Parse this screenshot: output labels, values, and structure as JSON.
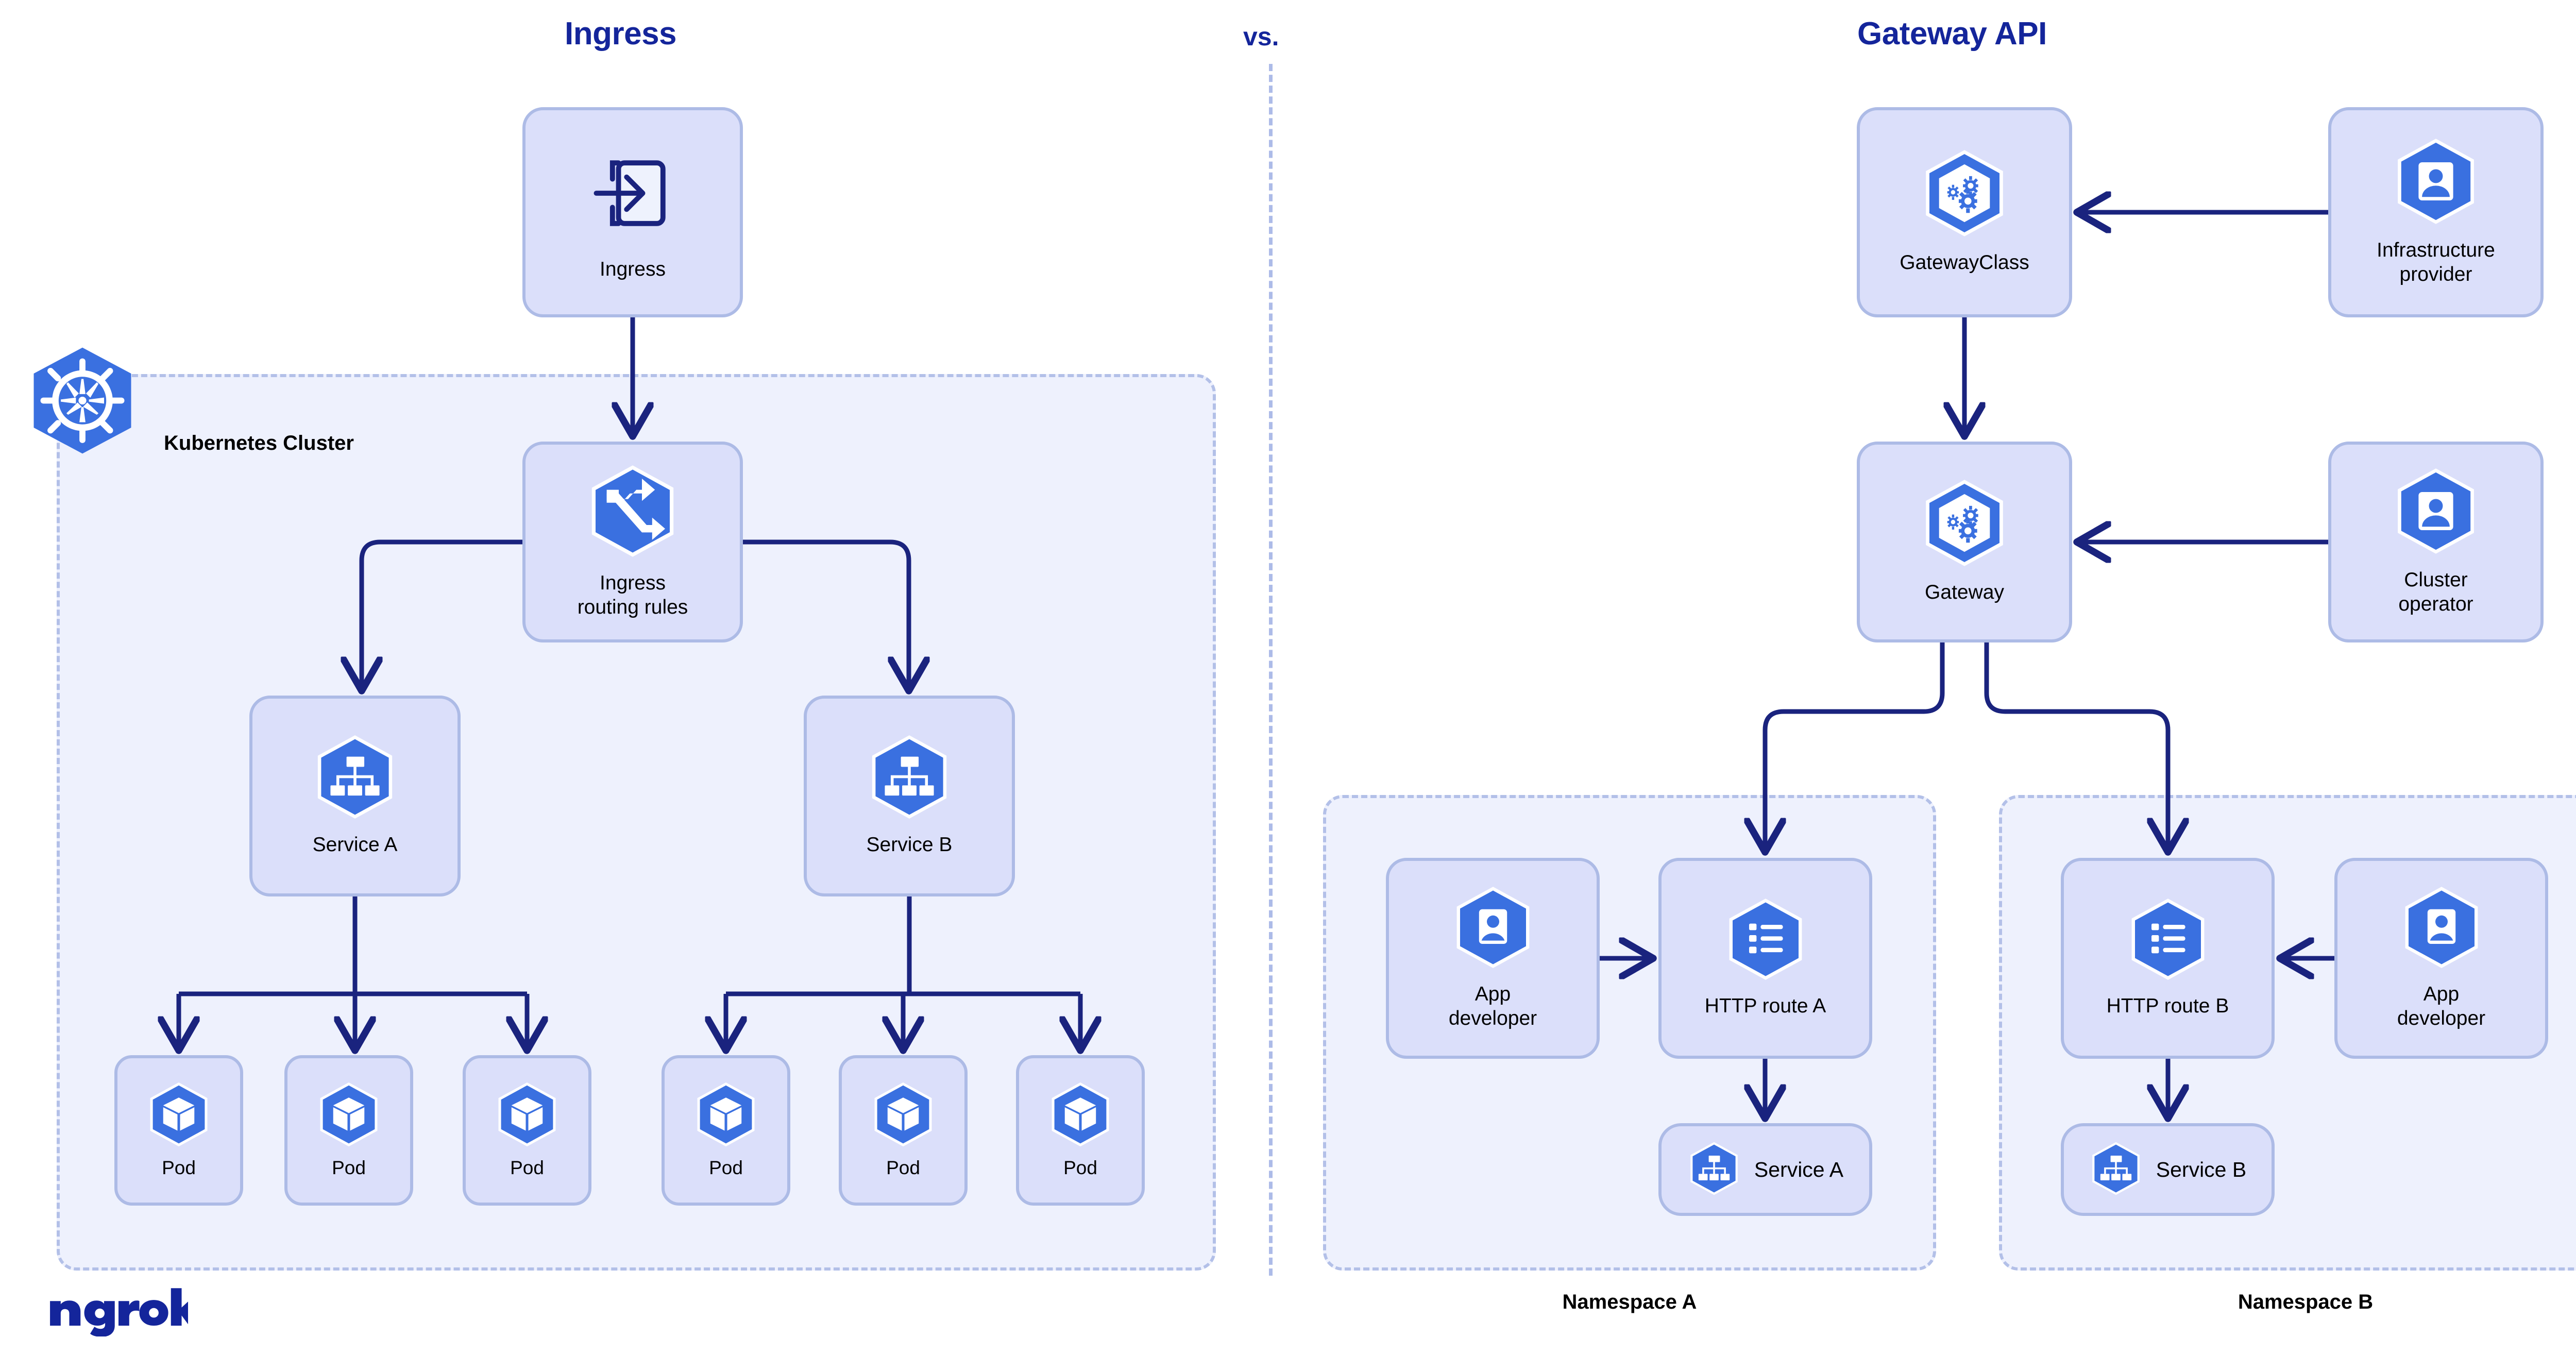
{
  "headings": {
    "left_title": "Ingress",
    "vs": "vs.",
    "right_title": "Gateway API"
  },
  "colors": {
    "title": "#14259b",
    "arrow": "#1a237e",
    "card_fill": "#dbdffa",
    "card_border": "#adbbe6",
    "group_fill": "#eef1fd",
    "group_border": "#b3c0e8",
    "icon_blue": "#3a70e0",
    "brand": "#14259b"
  },
  "left": {
    "cluster_label": "Kubernetes Cluster",
    "cluster_logo_icon": "kubernetes-helm-wheel-icon",
    "ingress": {
      "label": "Ingress",
      "icon": "ingress-arrow-icon"
    },
    "routing_rules": {
      "label": "Ingress\nrouting rules",
      "icon": "shuffle-routing-icon"
    },
    "services": [
      {
        "label": "Service A",
        "icon": "service-hierarchy-icon"
      },
      {
        "label": "Service B",
        "icon": "service-hierarchy-icon"
      }
    ],
    "pods": [
      {
        "label": "Pod",
        "icon": "pod-cube-icon"
      },
      {
        "label": "Pod",
        "icon": "pod-cube-icon"
      },
      {
        "label": "Pod",
        "icon": "pod-cube-icon"
      },
      {
        "label": "Pod",
        "icon": "pod-cube-icon"
      },
      {
        "label": "Pod",
        "icon": "pod-cube-icon"
      },
      {
        "label": "Pod",
        "icon": "pod-cube-icon"
      }
    ]
  },
  "right": {
    "gateway_class": {
      "label": "GatewayClass",
      "icon": "gears-gatewayclass-icon"
    },
    "infrastructure_provider": {
      "label": "Infrastructure\nprovider",
      "icon": "person-card-icon"
    },
    "gateway": {
      "label": "Gateway",
      "icon": "gears-gateway-icon"
    },
    "cluster_operator": {
      "label": "Cluster\noperator",
      "icon": "person-card-icon"
    },
    "namespaces": [
      {
        "label": "Namespace A",
        "app_developer": {
          "label": "App\ndeveloper",
          "icon": "person-card-icon"
        },
        "http_route": {
          "label": "HTTP route A",
          "icon": "list-route-icon"
        },
        "service": {
          "label": "Service A",
          "icon": "service-hierarchy-icon"
        }
      },
      {
        "label": "Namespace B",
        "http_route": {
          "label": "HTTP route B",
          "icon": "list-route-icon"
        },
        "app_developer": {
          "label": "App\ndeveloper",
          "icon": "person-card-icon"
        },
        "service": {
          "label": "Service B",
          "icon": "service-hierarchy-icon"
        }
      }
    ]
  },
  "footer": {
    "brand": "ngrok",
    "brand_icon": "ngrok-wordmark-logo"
  }
}
